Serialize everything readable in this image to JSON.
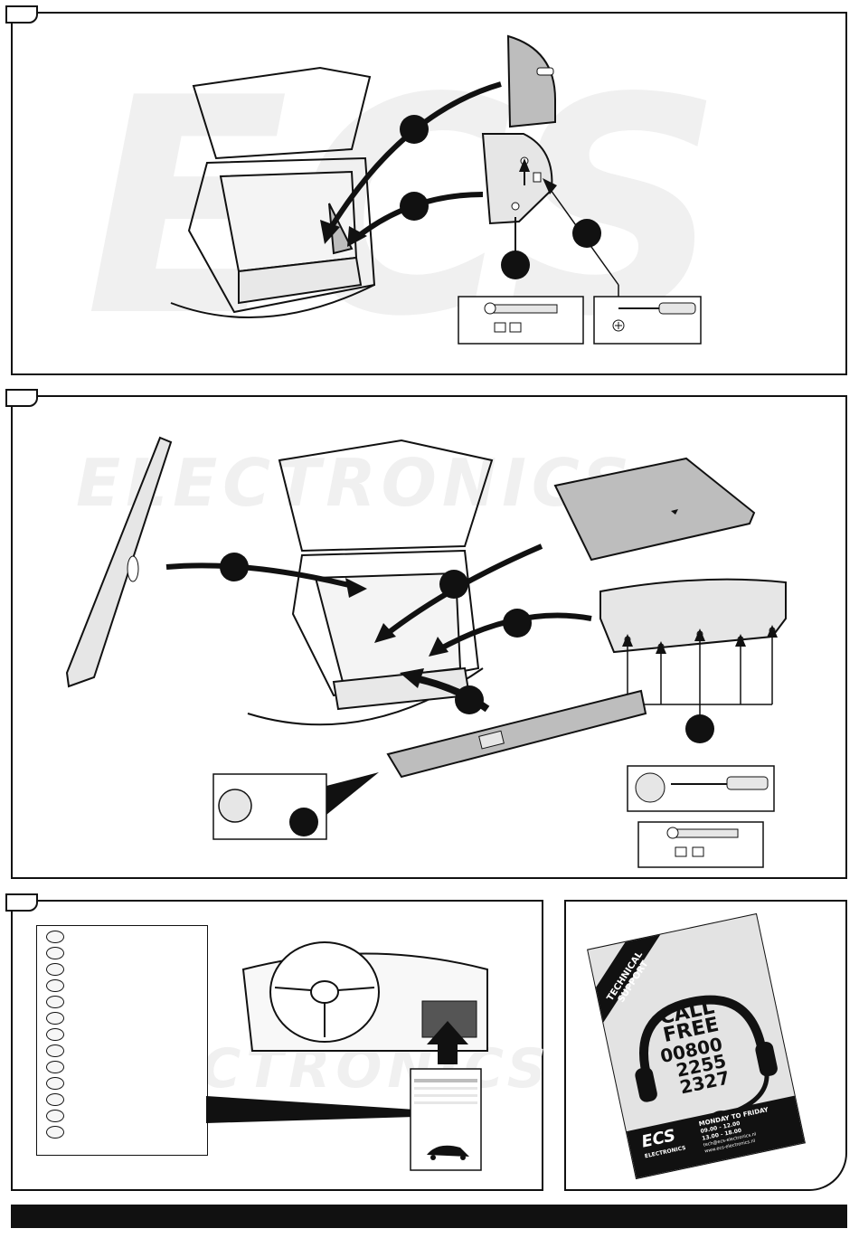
{
  "watermark": {
    "logo_text": "ECS",
    "brand_text": "ELECTRONICS"
  },
  "poster": {
    "badge": "TECHNICAL SUPPORT",
    "headline_line1": "CALL",
    "headline_line2": "FREE",
    "phone_line1": "00800",
    "phone_line2": "2255",
    "phone_line3": "2327",
    "hours_title": "MONDAY TO FRIDAY",
    "hours_1": "09.00 - 12.00",
    "hours_2": "13.00 - 18.00",
    "email": "tech@ecs-electronics.nl",
    "website": "www.ecs-electronics.nl",
    "logo_text": "ECS",
    "logo_sub": "ELECTRONICS"
  },
  "colors": {
    "ink": "#111111",
    "watermark": "#f0f0f0",
    "panel_fill": "#bdbdbd",
    "light_fill": "#e6e6e6"
  }
}
